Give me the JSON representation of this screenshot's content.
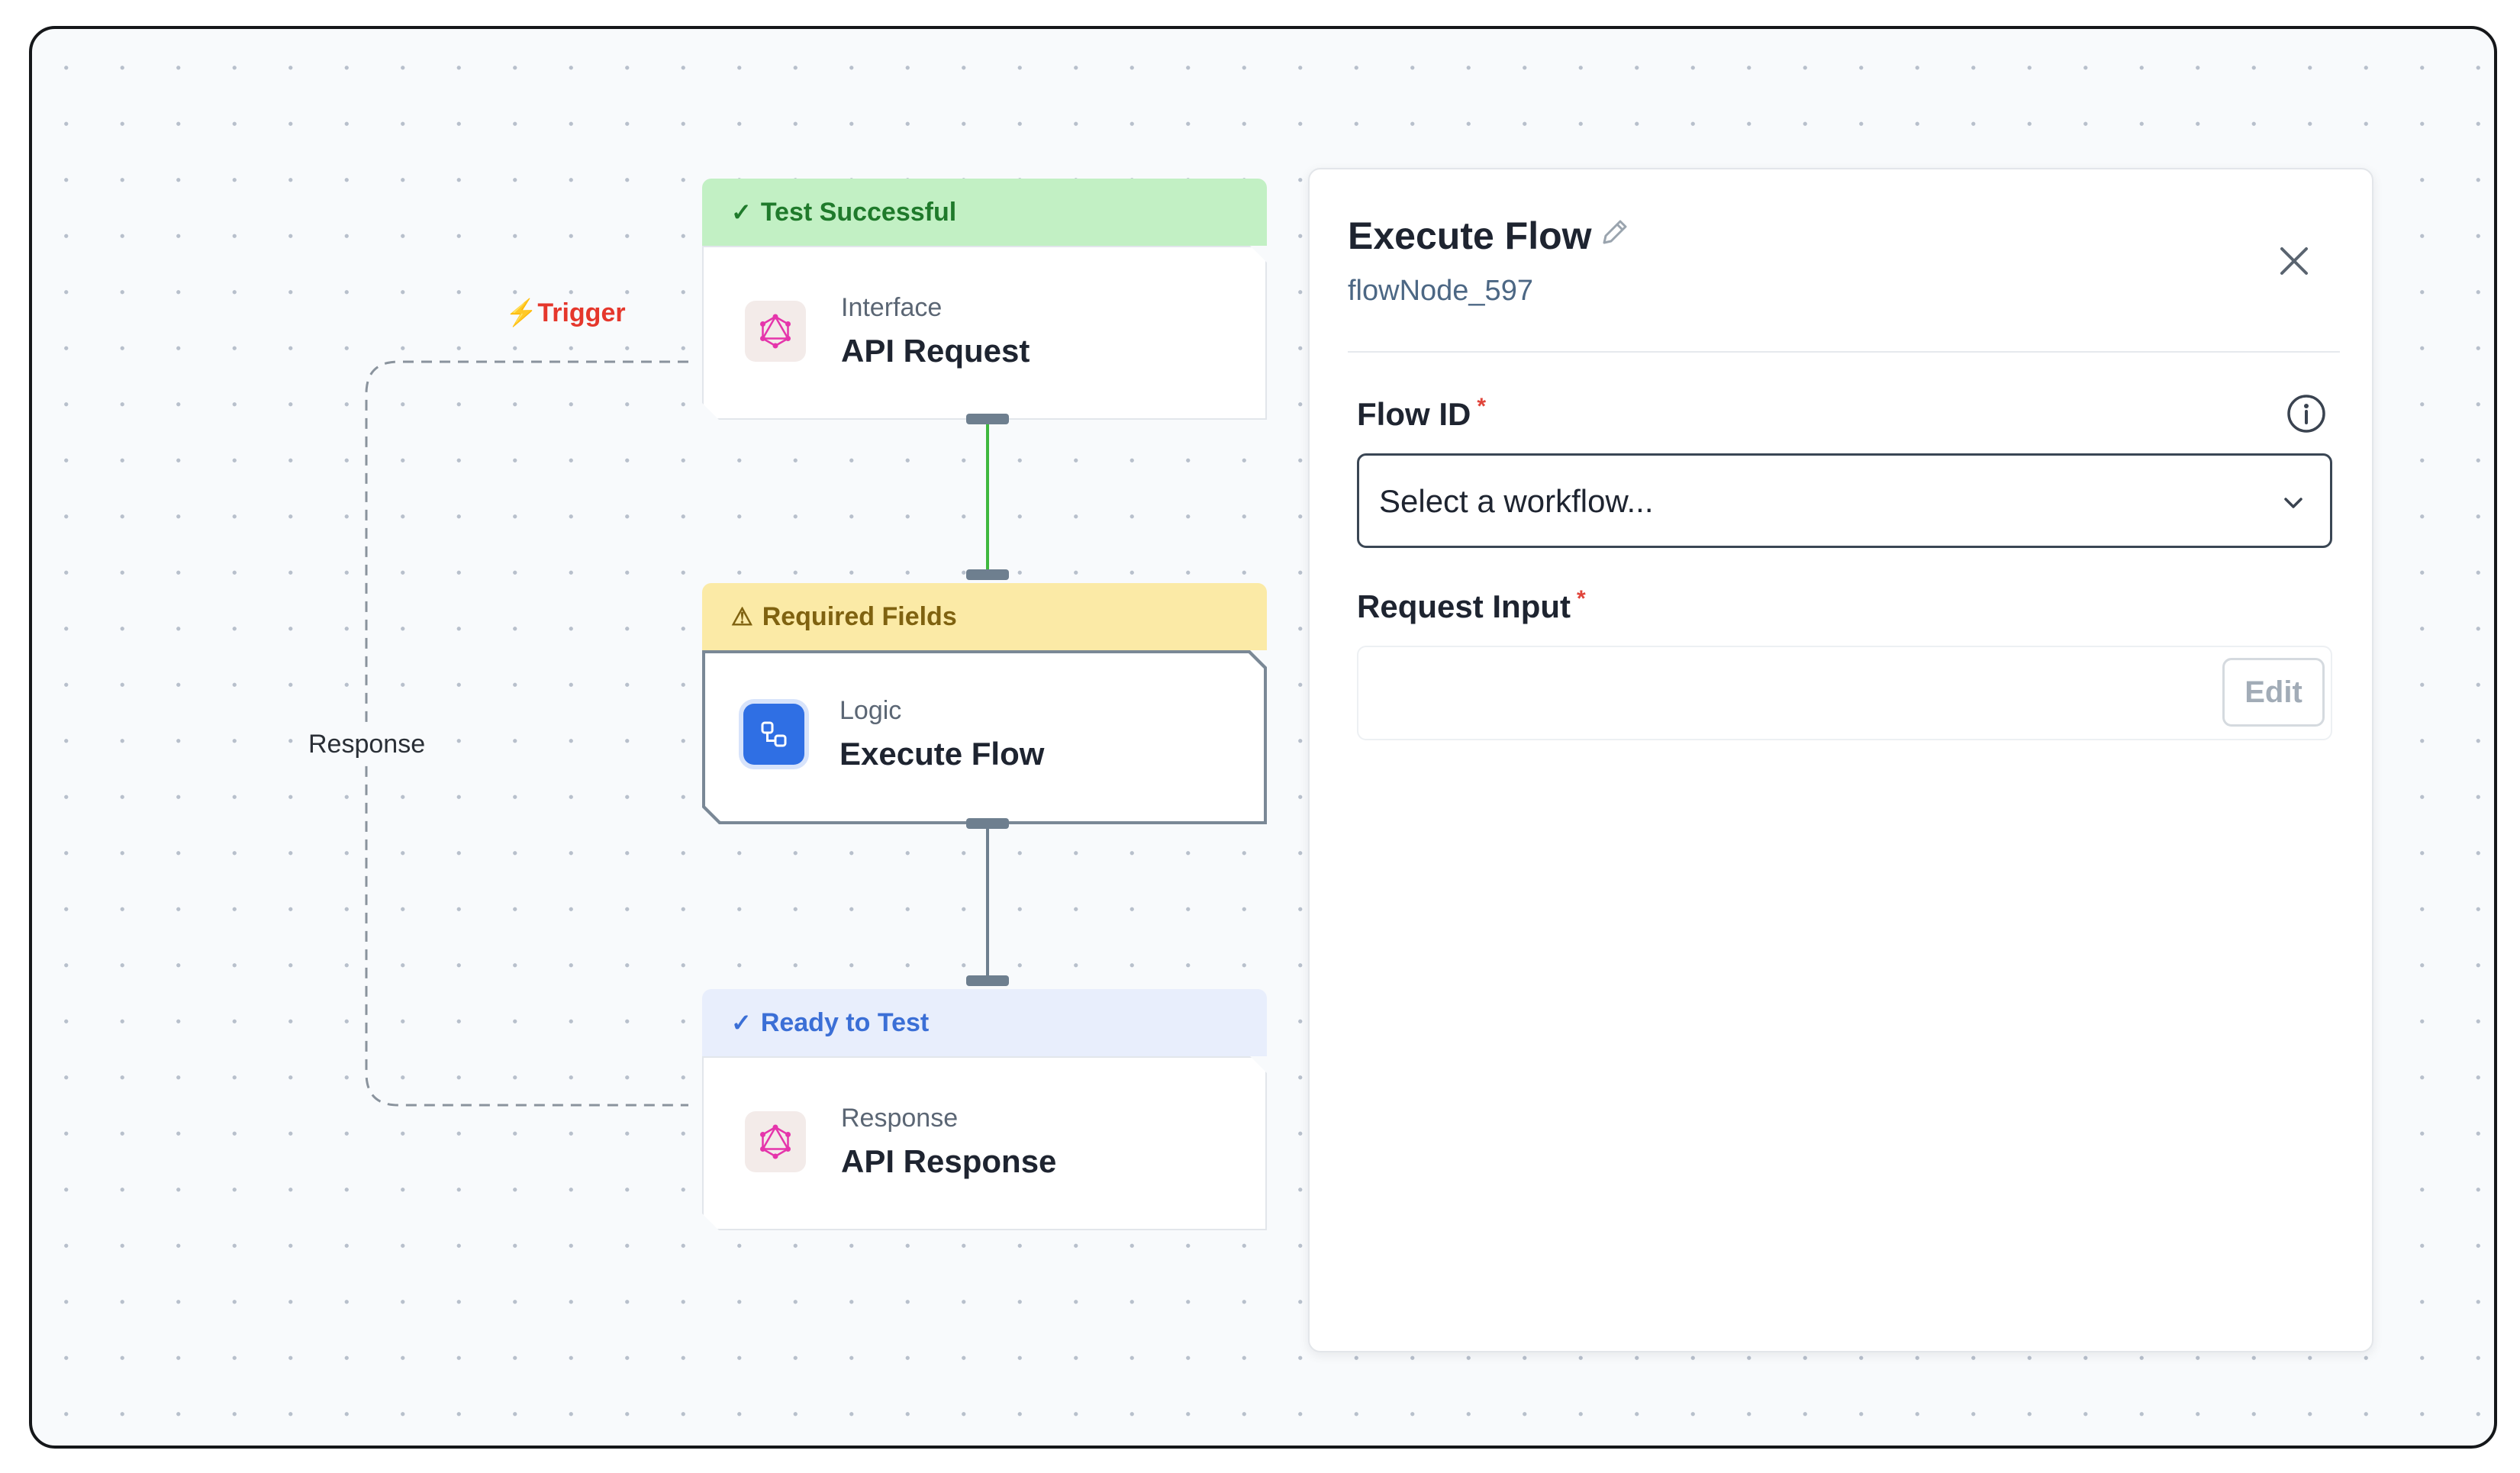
{
  "canvas": {
    "edges": {
      "trigger_label": "Trigger",
      "response_label": "Response"
    }
  },
  "nodes": [
    {
      "status": "Test Successful",
      "status_icon": "check-icon",
      "category": "Interface",
      "title": "API Request",
      "icon": "graphql-icon"
    },
    {
      "status": "Required Fields",
      "status_icon": "warning-triangle-icon",
      "category": "Logic",
      "title": "Execute Flow",
      "icon": "workflow-icon",
      "selected": true
    },
    {
      "status": "Ready to Test",
      "status_icon": "check-icon",
      "category": "Response",
      "title": "API Response",
      "icon": "graphql-icon"
    }
  ],
  "panel": {
    "title": "Execute Flow",
    "node_id": "flowNode_597",
    "fields": {
      "flow_id": {
        "label": "Flow ID",
        "required_mark": "*",
        "placeholder": "Select a workflow..."
      },
      "request_input": {
        "label": "Request Input",
        "required_mark": "*",
        "value": "",
        "edit_label": "Edit"
      }
    }
  },
  "colors": {
    "success": "#c2f0c4",
    "warning": "#fbeaa6",
    "ready": "#e8eefc",
    "trigger": "#e5372c",
    "required": "#e0443a",
    "success_edge": "#3fb83f"
  }
}
